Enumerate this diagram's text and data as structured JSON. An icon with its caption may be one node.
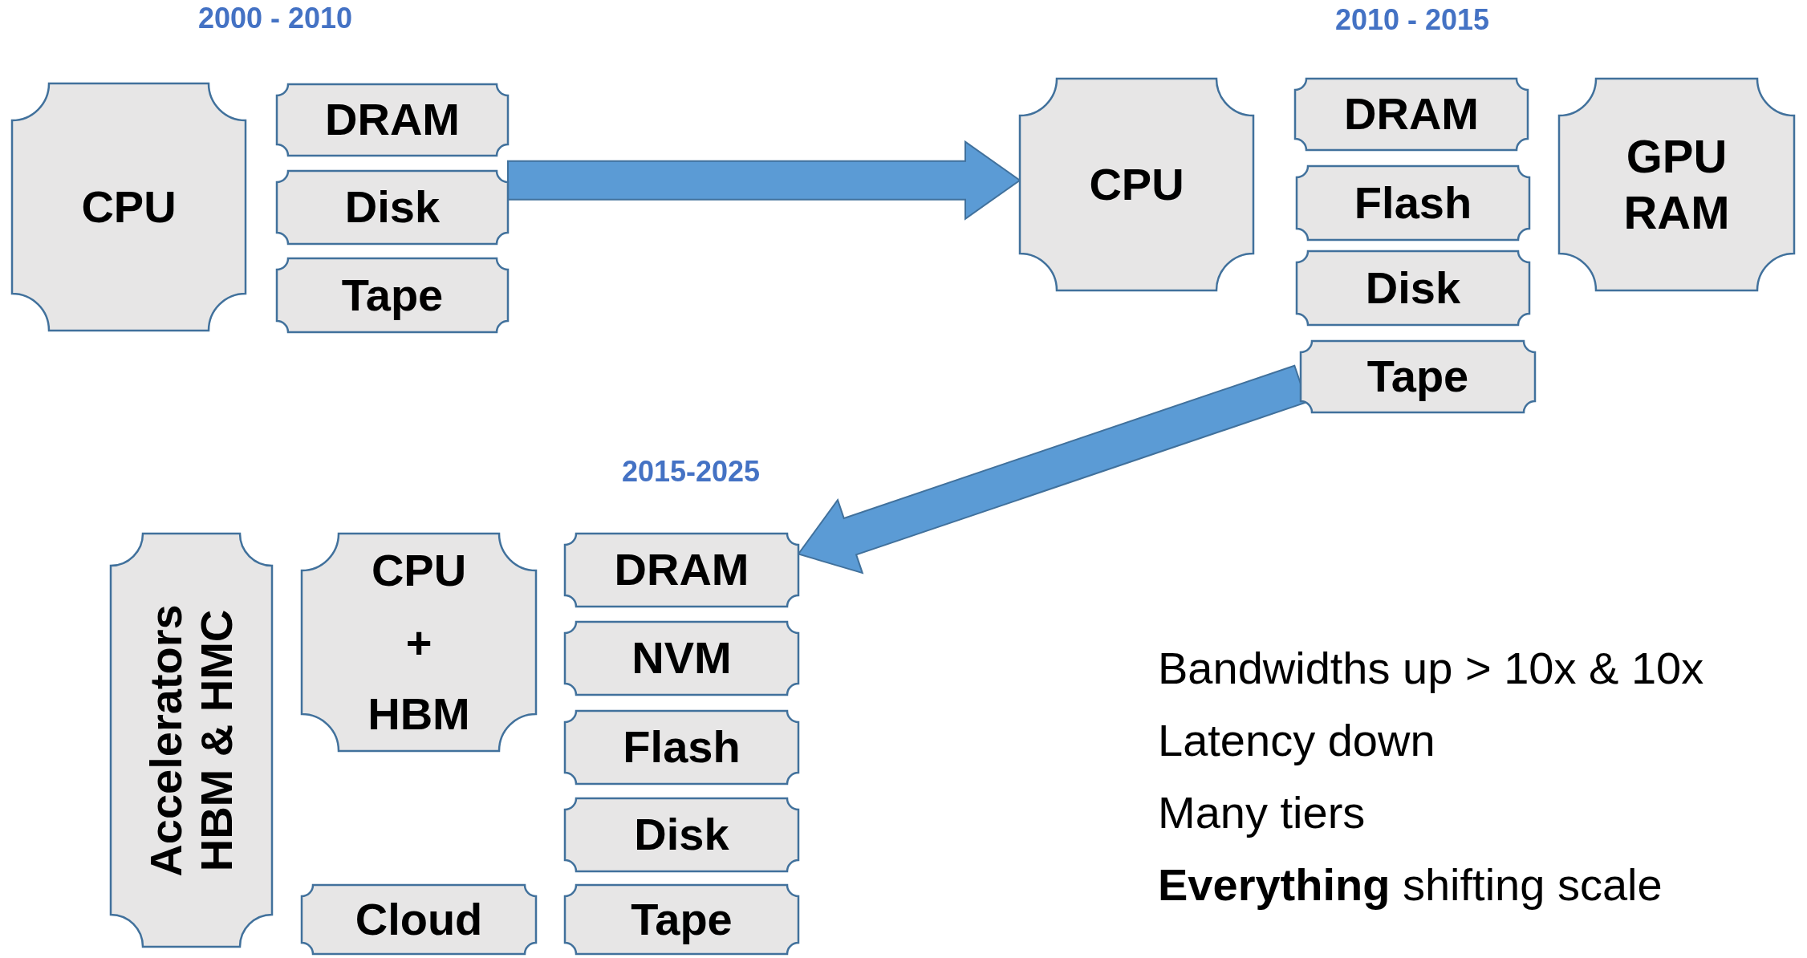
{
  "diagram": {
    "nodes": [
      {
        "text": [
          "CPU"
        ]
      },
      {
        "text": [
          "DRAM"
        ]
      },
      {
        "text": [
          "Disk"
        ]
      },
      {
        "text": [
          "Tape"
        ]
      },
      {
        "text": [
          "CPU"
        ]
      },
      {
        "text": [
          "DRAM"
        ]
      },
      {
        "text": [
          "Flash"
        ]
      },
      {
        "text": [
          "Disk"
        ]
      },
      {
        "text": [
          "Tape"
        ]
      },
      {
        "text": [
          "GPU RAM"
        ]
      },
      {
        "text": [
          "Accelerators HBM & HMC"
        ]
      },
      {
        "text": [
          "CPU + HBM"
        ]
      },
      {
        "text": [
          "DRAM"
        ]
      },
      {
        "text": [
          "NVM"
        ]
      },
      {
        "text": [
          "Flash"
        ]
      },
      {
        "text": [
          "Disk"
        ]
      },
      {
        "text": [
          "Cloud"
        ]
      },
      {
        "text": [
          "Tape"
        ]
      }
    ],
    "edges": [
      {
        "from": 2,
        "to": 4,
        "arrow": "to",
        "style": "thick"
      },
      {
        "from": 8,
        "to": 12,
        "arrow": "to",
        "style": "thick"
      }
    ],
    "labels": [
      "2000 - 2010",
      "2010 - 2015",
      "2015-2025",
      "Bandwidths up > 10x & 10x",
      "Latency down",
      "Many tiers",
      "**Everything** shifting scale"
    ]
  }
}
